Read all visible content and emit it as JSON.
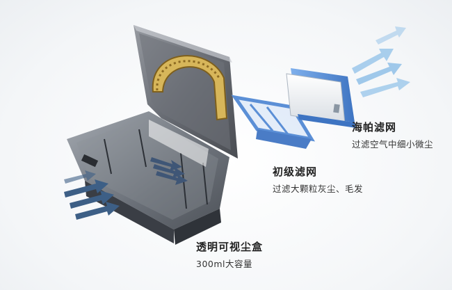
{
  "labels": {
    "hepa": {
      "title": "海帕滤网",
      "desc": "过滤空气中细小微尘"
    },
    "prefilter": {
      "title": "初级滤网",
      "desc": "过滤大颗粒灰尘、毛发"
    },
    "dustbox": {
      "title": "透明可视尘盒",
      "desc": "300ml大容量"
    }
  },
  "colors": {
    "lid": "#4b4e55",
    "box": "#3f444c",
    "handle": "#b48a2c",
    "filter_frame": "#5b8fd6",
    "hepa_body": "#f5f7fa",
    "arrow_left": "#3d5f86",
    "arrow_right": "#8fc0e8"
  }
}
